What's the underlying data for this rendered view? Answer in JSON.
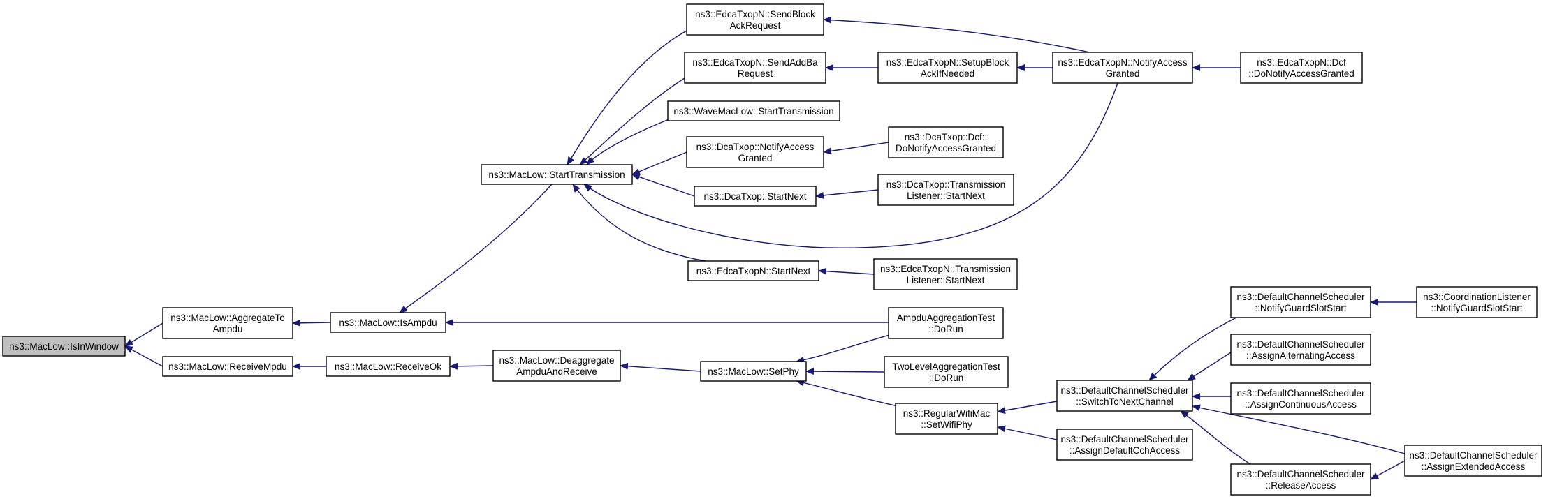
{
  "graph": {
    "edge_color": "#191970",
    "root_fill": "#bfbfbf",
    "nodes": [
      {
        "id": "n0",
        "lines": [
          "ns3::MacLow::IsInWindow"
        ]
      },
      {
        "id": "n1",
        "lines": [
          "ns3::MacLow::AggregateTo",
          "Ampdu"
        ]
      },
      {
        "id": "n2",
        "lines": [
          "ns3::MacLow::ReceiveMpdu"
        ]
      },
      {
        "id": "n3",
        "lines": [
          "ns3::MacLow::IsAmpdu"
        ]
      },
      {
        "id": "n4",
        "lines": [
          "ns3::MacLow::ReceiveOk"
        ]
      },
      {
        "id": "n5",
        "lines": [
          "ns3::MacLow::StartTransmission"
        ]
      },
      {
        "id": "n6",
        "lines": [
          "ns3::MacLow::Deaggregate",
          "AmpduAndReceive"
        ]
      },
      {
        "id": "n7",
        "lines": [
          "ns3::EdcaTxopN::SendBlock",
          "AckRequest"
        ]
      },
      {
        "id": "n8",
        "lines": [
          "ns3::EdcaTxopN::SendAddBa",
          "Request"
        ]
      },
      {
        "id": "n9",
        "lines": [
          "ns3::WaveMacLow::StartTransmission"
        ]
      },
      {
        "id": "n10",
        "lines": [
          "ns3::DcaTxop::NotifyAccess",
          "Granted"
        ]
      },
      {
        "id": "n11",
        "lines": [
          "ns3::DcaTxop::StartNext"
        ]
      },
      {
        "id": "n12",
        "lines": [
          "ns3::EdcaTxopN::StartNext"
        ]
      },
      {
        "id": "n13",
        "lines": [
          "ns3::EdcaTxopN::SetupBlock",
          "AckIfNeeded"
        ]
      },
      {
        "id": "n14",
        "lines": [
          "ns3::DcaTxop::Dcf::",
          "DoNotifyAccessGranted"
        ]
      },
      {
        "id": "n15",
        "lines": [
          "ns3::DcaTxop::Transmission",
          "Listener::StartNext"
        ]
      },
      {
        "id": "n16",
        "lines": [
          "ns3::EdcaTxopN::Transmission",
          "Listener::StartNext"
        ]
      },
      {
        "id": "n17",
        "lines": [
          "ns3::EdcaTxopN::NotifyAccess",
          "Granted"
        ]
      },
      {
        "id": "n18",
        "lines": [
          "ns3::EdcaTxopN::Dcf",
          "::DoNotifyAccessGranted"
        ]
      },
      {
        "id": "n19",
        "lines": [
          "ns3::MacLow::SetPhy"
        ]
      },
      {
        "id": "n20",
        "lines": [
          "AmpduAggregationTest",
          "::DoRun"
        ]
      },
      {
        "id": "n21",
        "lines": [
          "TwoLevelAggregationTest",
          "::DoRun"
        ]
      },
      {
        "id": "n22",
        "lines": [
          "ns3::RegularWifiMac",
          "::SetWifiPhy"
        ]
      },
      {
        "id": "n23",
        "lines": [
          "ns3::DefaultChannelScheduler",
          "::SwitchToNextChannel"
        ]
      },
      {
        "id": "n24",
        "lines": [
          "ns3::DefaultChannelScheduler",
          "::AssignDefaultCchAccess"
        ]
      },
      {
        "id": "n25",
        "lines": [
          "ns3::DefaultChannelScheduler",
          "::NotifyGuardSlotStart"
        ]
      },
      {
        "id": "n26",
        "lines": [
          "ns3::DefaultChannelScheduler",
          "::AssignAlternatingAccess"
        ]
      },
      {
        "id": "n27",
        "lines": [
          "ns3::DefaultChannelScheduler",
          "::AssignContinuousAccess"
        ]
      },
      {
        "id": "n28",
        "lines": [
          "ns3::DefaultChannelScheduler",
          "::ReleaseAccess"
        ]
      },
      {
        "id": "n29",
        "lines": [
          "ns3::CoordinationListener",
          "::NotifyGuardSlotStart"
        ]
      },
      {
        "id": "n30",
        "lines": [
          "ns3::DefaultChannelScheduler",
          "::AssignExtendedAccess"
        ]
      }
    ],
    "edges": [
      {
        "from": "n1",
        "to": "n0"
      },
      {
        "from": "n2",
        "to": "n0"
      },
      {
        "from": "n3",
        "to": "n1"
      },
      {
        "from": "n4",
        "to": "n2"
      },
      {
        "from": "n5",
        "to": "n3"
      },
      {
        "from": "n20",
        "to": "n3"
      },
      {
        "from": "n6",
        "to": "n4"
      },
      {
        "from": "n7",
        "to": "n5"
      },
      {
        "from": "n8",
        "to": "n5"
      },
      {
        "from": "n9",
        "to": "n5"
      },
      {
        "from": "n10",
        "to": "n5"
      },
      {
        "from": "n11",
        "to": "n5"
      },
      {
        "from": "n12",
        "to": "n5"
      },
      {
        "from": "n17",
        "to": "n5"
      },
      {
        "from": "n19",
        "to": "n6"
      },
      {
        "from": "n17",
        "to": "n7"
      },
      {
        "from": "n13",
        "to": "n8"
      },
      {
        "from": "n14",
        "to": "n10"
      },
      {
        "from": "n15",
        "to": "n11"
      },
      {
        "from": "n16",
        "to": "n12"
      },
      {
        "from": "n17",
        "to": "n13"
      },
      {
        "from": "n18",
        "to": "n17"
      },
      {
        "from": "n20",
        "to": "n19"
      },
      {
        "from": "n21",
        "to": "n19"
      },
      {
        "from": "n22",
        "to": "n19"
      },
      {
        "from": "n23",
        "to": "n22"
      },
      {
        "from": "n24",
        "to": "n22"
      },
      {
        "from": "n25",
        "to": "n23"
      },
      {
        "from": "n26",
        "to": "n23"
      },
      {
        "from": "n27",
        "to": "n23"
      },
      {
        "from": "n28",
        "to": "n23"
      },
      {
        "from": "n30",
        "to": "n23"
      },
      {
        "from": "n29",
        "to": "n25"
      },
      {
        "from": "n30",
        "to": "n28"
      }
    ]
  }
}
